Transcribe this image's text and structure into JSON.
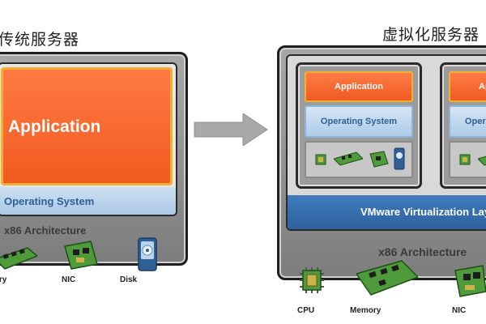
{
  "left": {
    "title": "传统服务器",
    "application": "Application",
    "os": "Operating System",
    "arch": "x86 Architecture",
    "hardware": {
      "memory": "Memory",
      "nic": "NIC",
      "disk": "Disk"
    }
  },
  "right": {
    "title": "虚拟化服务器",
    "vm1": {
      "application": "Application",
      "os": "Operating System"
    },
    "vm2": {
      "application": "Application",
      "os": "Operating System"
    },
    "vmware": "VMware Virtualization Layer",
    "arch": "x86 Architecture",
    "hardware": {
      "cpu": "CPU",
      "memory": "Memory",
      "nic": "NIC"
    }
  },
  "colors": {
    "app_orange": "#f25a1f",
    "app_border": "#f0b030",
    "os_blue": "#2d5f97",
    "vmware_blue": "#2d619e",
    "chip_green": "#4f9a3a"
  }
}
